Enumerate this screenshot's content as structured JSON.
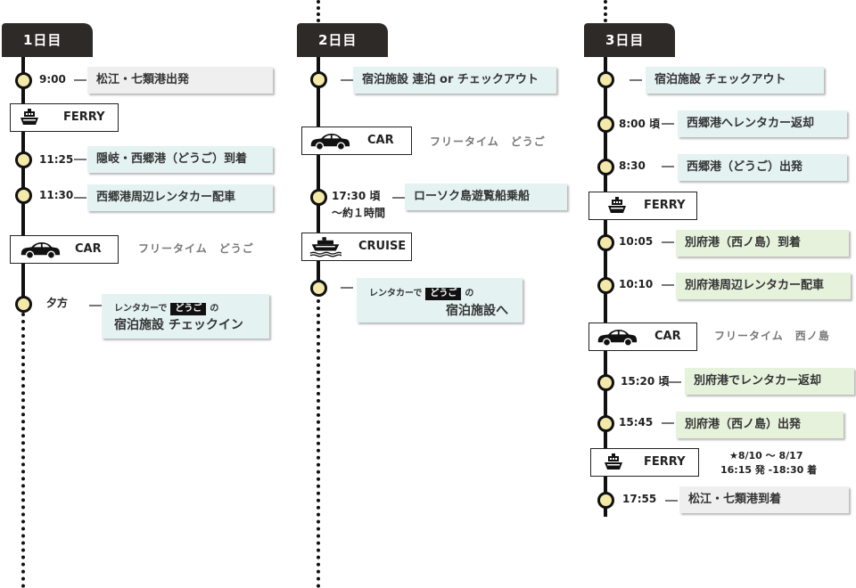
{
  "days": [
    {
      "label": "1日目",
      "items": [
        {
          "time": "9:00",
          "text": "松江・七類港出発"
        },
        {
          "ferry": "FERRY"
        },
        {
          "time": "11:25",
          "text": "隠岐・西郷港（どうご）到着"
        },
        {
          "time": "11:30",
          "text": "西郷港周辺レンタカー配車"
        },
        {
          "car": "CAR",
          "note": "フリータイム　どうご"
        },
        {
          "time": "夕方",
          "pre": "レンタカーで",
          "hl": "どうご",
          "post": "の",
          "main": "宿泊施設 チェックイン"
        }
      ]
    },
    {
      "label": "2日目",
      "items": [
        {
          "text": "宿泊施設 連泊 or チェックアウト"
        },
        {
          "car": "CAR",
          "note": "フリータイム　どうご"
        },
        {
          "time": "17:30 頃",
          "time2": "～約１時間",
          "text": "ローソク島遊覧船乗船"
        },
        {
          "cruise": "CRUISE"
        },
        {
          "pre": "レンタカーで",
          "hl": "どうご",
          "post": "の",
          "main": "宿泊施設へ"
        }
      ]
    },
    {
      "label": "3日目",
      "items": [
        {
          "text": "宿泊施設 チェックアウト"
        },
        {
          "time": "8:00 頃",
          "text": "西郷港へレンタカー返却"
        },
        {
          "time": "8:30",
          "text": "西郷港（どうご）出発"
        },
        {
          "ferry": "FERRY"
        },
        {
          "time": "10:05",
          "text": "別府港（西ノ島）到着"
        },
        {
          "time": "10:10",
          "text": "別府港周辺レンタカー配車"
        },
        {
          "car": "CAR",
          "note": "フリータイム　西ノ島"
        },
        {
          "time": "15:20 頃",
          "text": "別府港でレンタカー返却"
        },
        {
          "time": "15:45",
          "text": "別府港（西ノ島）出発"
        },
        {
          "ferry": "FERRY",
          "note": "★8/10 ～ 8/17",
          "note2": "16:15 発 -18:30 着"
        },
        {
          "time": "17:55",
          "text": "松江・七類港到着"
        }
      ]
    }
  ],
  "colors": {
    "dark": "#2e2a27",
    "node": "#f3e9a8",
    "gray_card": "#efefef",
    "blue_card": "#e4f2f2",
    "green_card": "#e6f2dc"
  },
  "icons": {
    "ferry": "ferry-icon",
    "car": "car-icon",
    "cruise": "cruise-ship-icon"
  }
}
